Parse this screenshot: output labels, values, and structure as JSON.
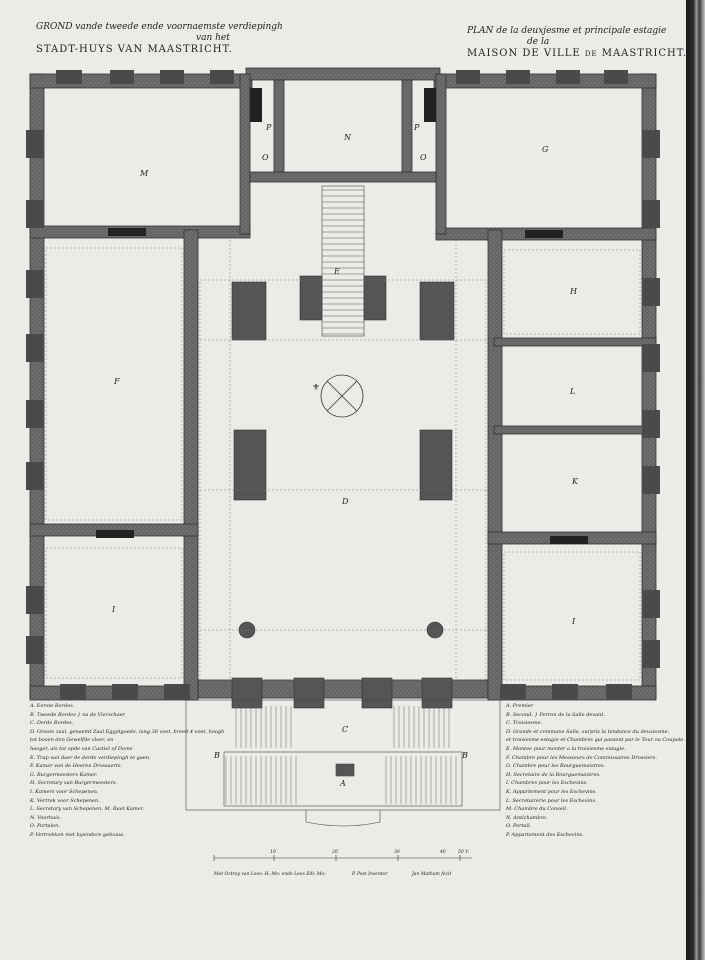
{
  "title_left": {
    "line1": "GROND vande tweede ende voornaemste verdiepingh",
    "line2": "van het",
    "line3": "STADT-HUYS VAN MAASTRICHT."
  },
  "title_right": {
    "line1": "PLAN de la deuxjesme et principale estagie",
    "line2": "de la",
    "line3": "MAISON DE VILLE de MAASTRICHT."
  },
  "room_labels": {
    "M": "M",
    "N": "N",
    "G": "G",
    "P": "P",
    "O": "O",
    "E": "E",
    "F": "F",
    "D": "D",
    "H": "H",
    "L": "L",
    "K": "K",
    "I": "I",
    "C": "C",
    "B": "B",
    "A": "A"
  },
  "legend_left": [
    "A. Eerste Bordes.",
    "B. Tweede Bordes } na de Vierschaer",
    "C. Derde Bordes.",
    "D. Groote zaal, genaemt Zaal Egyptgoede, lang 38 voet, breed 4 voet, hoogh",
    "   tot boven den Gewelfde vloer, en",
    "   hooger, als tot opde van Castiel of Dome",
    "E. Trap van daer de derde verdiepingh te gaen.",
    "F. Kamer van de Heeren Drossaerts.",
    "G. Burgermeesters Kamer.",
    "H. Secretary van Burgermeesters.",
    "I. Kamers voor Schepenen.",
    "K. Vertrek voor Schepenen.",
    "L. Secretary van Schepenen.  M. Raet Kamer.",
    "N. Voorhuis.",
    "O. Portalen.",
    "P. Vertrekken met bysindere gebouw."
  ],
  "legend_right": [
    "A. Premier",
    "B. Second. } Perron de la Salle devant.",
    "C. Troisiesme.",
    "D. Grande et commune Salle, surpris la tendance du deuxiesme,",
    "   et troisiesme estagie et Chambres qui passent par le Tour ou Coupole.",
    "E. Montee pour monter a la troisiesme estagie.",
    "F. Chambre pour les Messieurs de Commissaires Drossiers.",
    "G. Chambre pour les Bourguemaistres.",
    "H. Secretaire de la Bourguemaistres.",
    "I. Chambres pour les Eschevins.",
    "K. Appartement pour les Eschevins.",
    "L. Secretairerie pour les Eschevins.",
    "M. Chambre du Conseil.",
    "N. Antichambre.",
    "O. Portail.",
    "P. Appartement des Eschevins."
  ],
  "scale": {
    "ticks": [
      "10",
      "20",
      "30",
      "40",
      "50 V."
    ]
  },
  "footer": {
    "left": "Met Octroy van Lees: H: Mo: ende Lees Edl: Mo:",
    "middle": "P. Post Inventor",
    "right": "Jan Matham fecit"
  },
  "colors": {
    "paper": "#ecebe8",
    "wall": "#6d6d6d",
    "wall_dark": "#3a3a3a",
    "ink": "#222222"
  }
}
